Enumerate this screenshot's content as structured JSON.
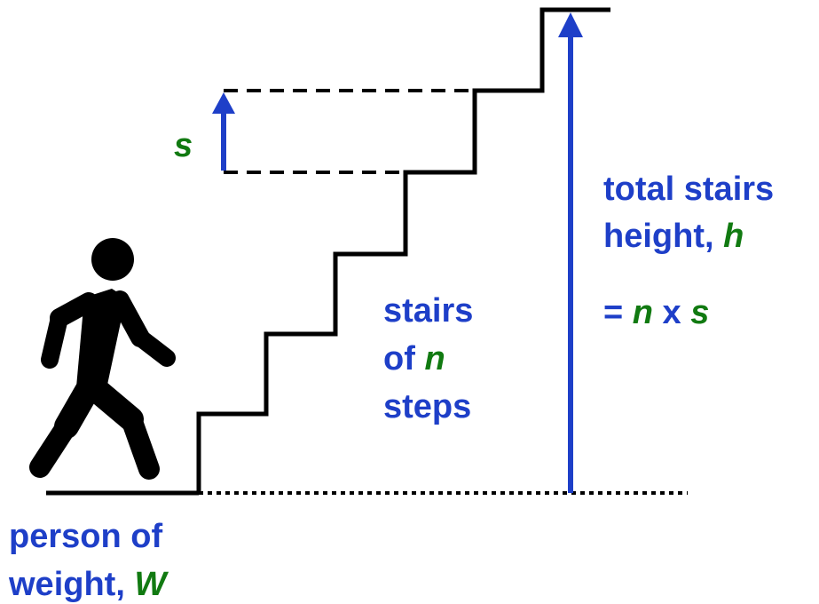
{
  "labels": {
    "step_height_var": "s",
    "stairs_line1": "stairs",
    "stairs_line2_prefix": "of ",
    "stairs_line2_var": "n",
    "stairs_line3": "steps",
    "height_line1": "total stairs",
    "height_line2_prefix": "height, ",
    "height_line2_var": "h",
    "formula_prefix": "= ",
    "formula_var_n": "n",
    "formula_times": " x ",
    "formula_var_s": "s",
    "person_line1": "person of",
    "person_line2_prefix": "weight, ",
    "person_line2_var": "W"
  },
  "colors": {
    "label_blue": "#1e3fc8",
    "variable_green": "#117a11",
    "arrow_blue": "#1e3fc8",
    "line_black": "#000000"
  }
}
